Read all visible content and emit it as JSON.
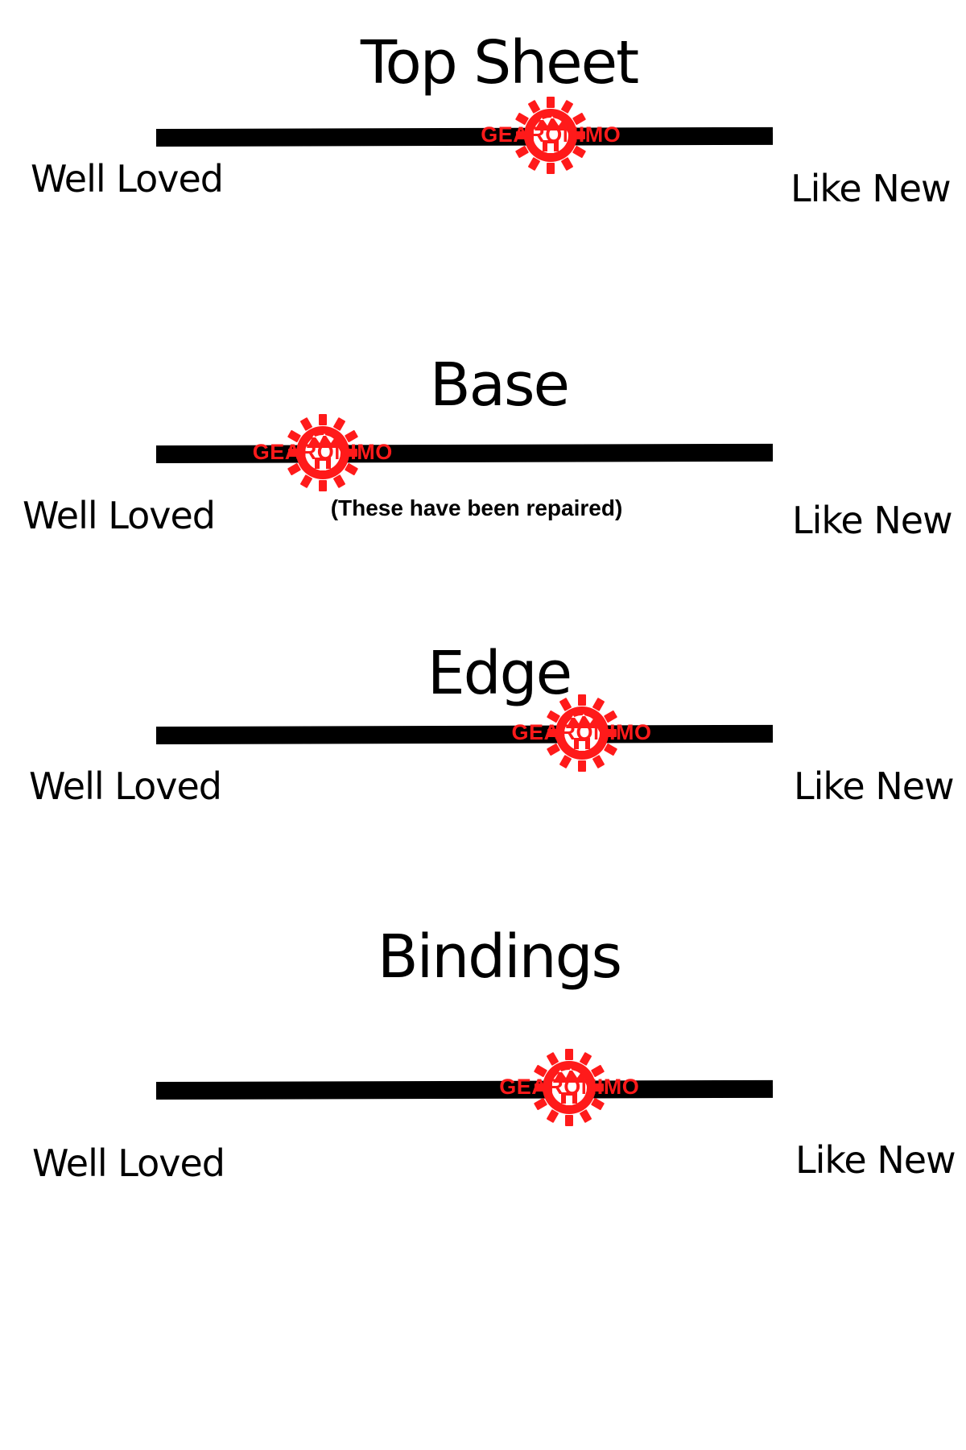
{
  "brand_color": "#ff1a1a",
  "track_color": "#000000",
  "scale": {
    "left_label": "Well Loved",
    "right_label": "Like New"
  },
  "marker": {
    "icon": "gear-mountain-logo-icon",
    "brand_text": "GEARONIMO"
  },
  "sections": [
    {
      "title": "Top Sheet",
      "rating": 0.64,
      "note": ""
    },
    {
      "title": "Base",
      "rating": 0.27,
      "note": "(These have been repaired)"
    },
    {
      "title": "Edge",
      "rating": 0.69,
      "note": ""
    },
    {
      "title": "Bindings",
      "rating": 0.67,
      "note": ""
    }
  ]
}
